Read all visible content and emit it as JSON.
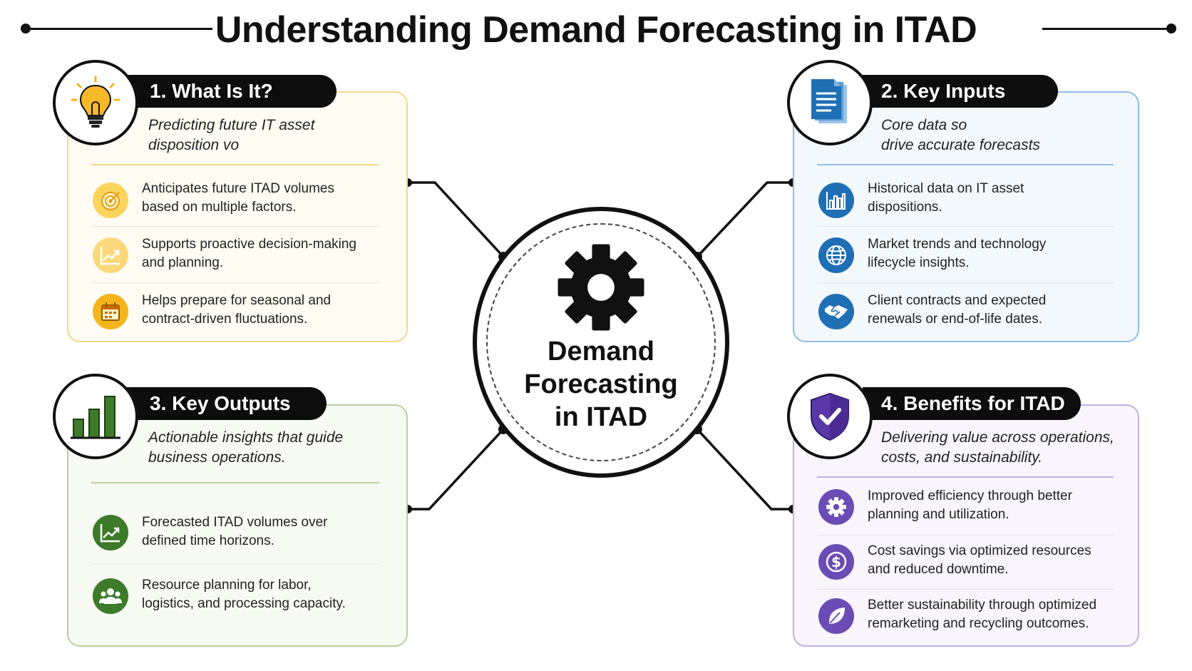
{
  "title": "Understanding Demand Forecasting in ITAD",
  "hub": {
    "lines": [
      "Demand",
      "Forecasting",
      "in ITAD"
    ],
    "icon": "gear-icon"
  },
  "colors": {
    "yellow": "#f5b21a",
    "blue": "#1f6fb5",
    "green": "#3d7a2a",
    "purple": "#6b4bb5"
  },
  "sections": {
    "what": {
      "heading": "1. What Is It?",
      "icon": "lightbulb-icon",
      "subtitle_1": "Predicting future IT asset",
      "subtitle_2": "disposition vo",
      "items": [
        {
          "icon": "target-icon",
          "line1": "Anticipates future ITAD volumes",
          "line2": "based on multiple factors."
        },
        {
          "icon": "trend-chart-icon",
          "line1": "Supports proactive decision-making",
          "line2": "and planning."
        },
        {
          "icon": "calendar-icon",
          "line1": "Helps prepare for seasonal and",
          "line2": "contract-driven fluctuations."
        }
      ]
    },
    "inputs": {
      "heading": "2. Key Inputs",
      "icon": "document-icon",
      "subtitle_1": "Core data so",
      "subtitle_2": "drive accurate forecasts",
      "items": [
        {
          "icon": "bar-chart-icon",
          "line1": "Historical data on IT asset",
          "line2": "dispositions."
        },
        {
          "icon": "globe-icon",
          "line1": "Market trends and technology",
          "line2": "lifecycle insights."
        },
        {
          "icon": "handshake-icon",
          "line1": "Client contracts and expected",
          "line2": "renewals or end-of-life dates."
        }
      ]
    },
    "outputs": {
      "heading": "3. Key Outputs",
      "icon": "bar-growth-icon",
      "subtitle_1": "Actionable insights that guide",
      "subtitle_2": "business operations.",
      "items": [
        {
          "icon": "trend-chart-icon",
          "line1": "Forecasted ITAD volumes over",
          "line2": "defined time horizons."
        },
        {
          "icon": "people-icon",
          "line1": "Resource planning for labor,",
          "line2": "logistics, and processing capacity."
        }
      ]
    },
    "benefits": {
      "heading": "4. Benefits for ITAD",
      "icon": "shield-check-icon",
      "subtitle_1": "Delivering value across operations,",
      "subtitle_2": "costs, and sustainability.",
      "items": [
        {
          "icon": "gear-icon",
          "line1": "Improved efficiency through better",
          "line2": "planning and utilization."
        },
        {
          "icon": "dollar-icon",
          "line1": "Cost savings via optimized resources",
          "line2": "and reduced downtime."
        },
        {
          "icon": "leaf-icon",
          "line1": "Better sustainability through optimized",
          "line2": "remarketing and recycling outcomes."
        }
      ]
    }
  }
}
